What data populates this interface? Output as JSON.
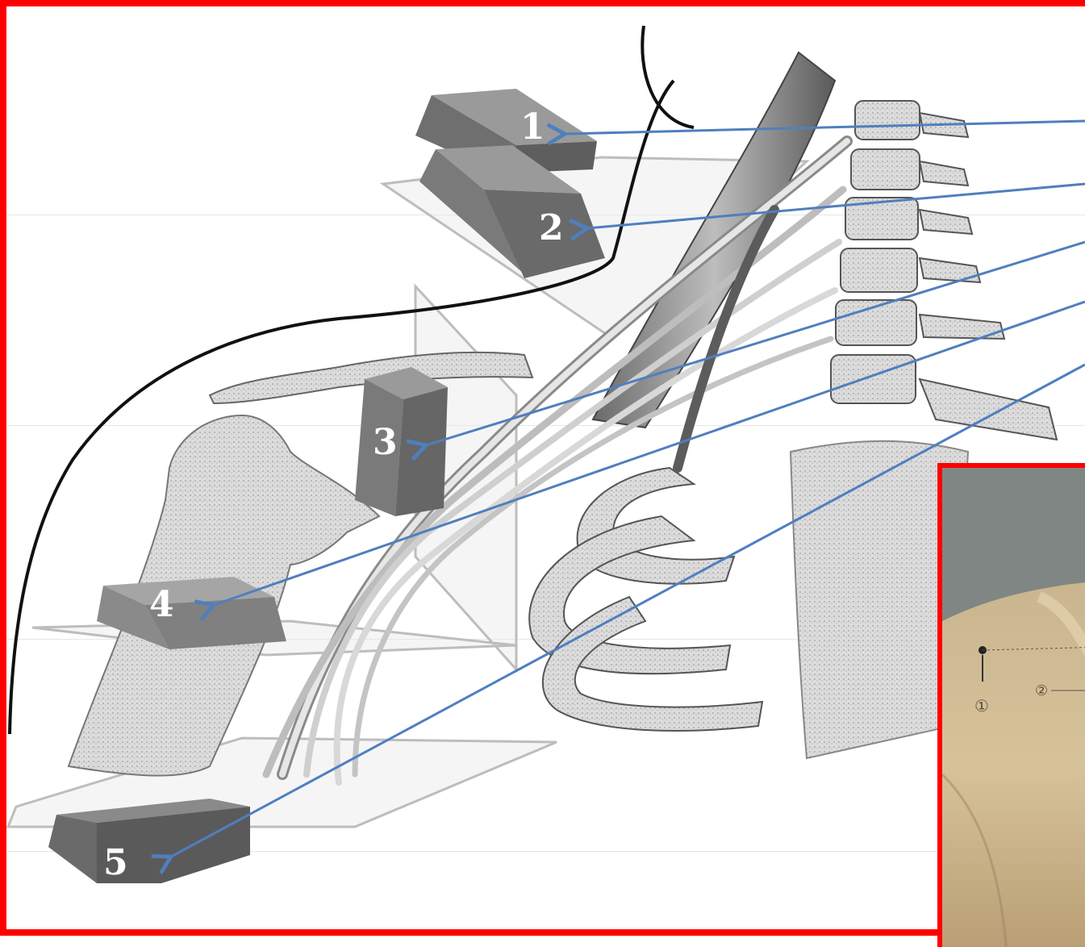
{
  "diagram": {
    "blocks": [
      {
        "id": 1,
        "label": "1"
      },
      {
        "id": 2,
        "label": "2"
      },
      {
        "id": 3,
        "label": "3"
      },
      {
        "id": 4,
        "label": "4"
      },
      {
        "id": 5,
        "label": "5"
      }
    ],
    "inset": {
      "markers": [
        "①",
        "②"
      ]
    },
    "colors": {
      "frame": "#ff0000",
      "arrow": "#4f7fbf",
      "block": "#6f6f6f",
      "block_top": "#9a9a9a",
      "bone": "#d9d9d9",
      "nerve": "#bdbdbd"
    }
  }
}
